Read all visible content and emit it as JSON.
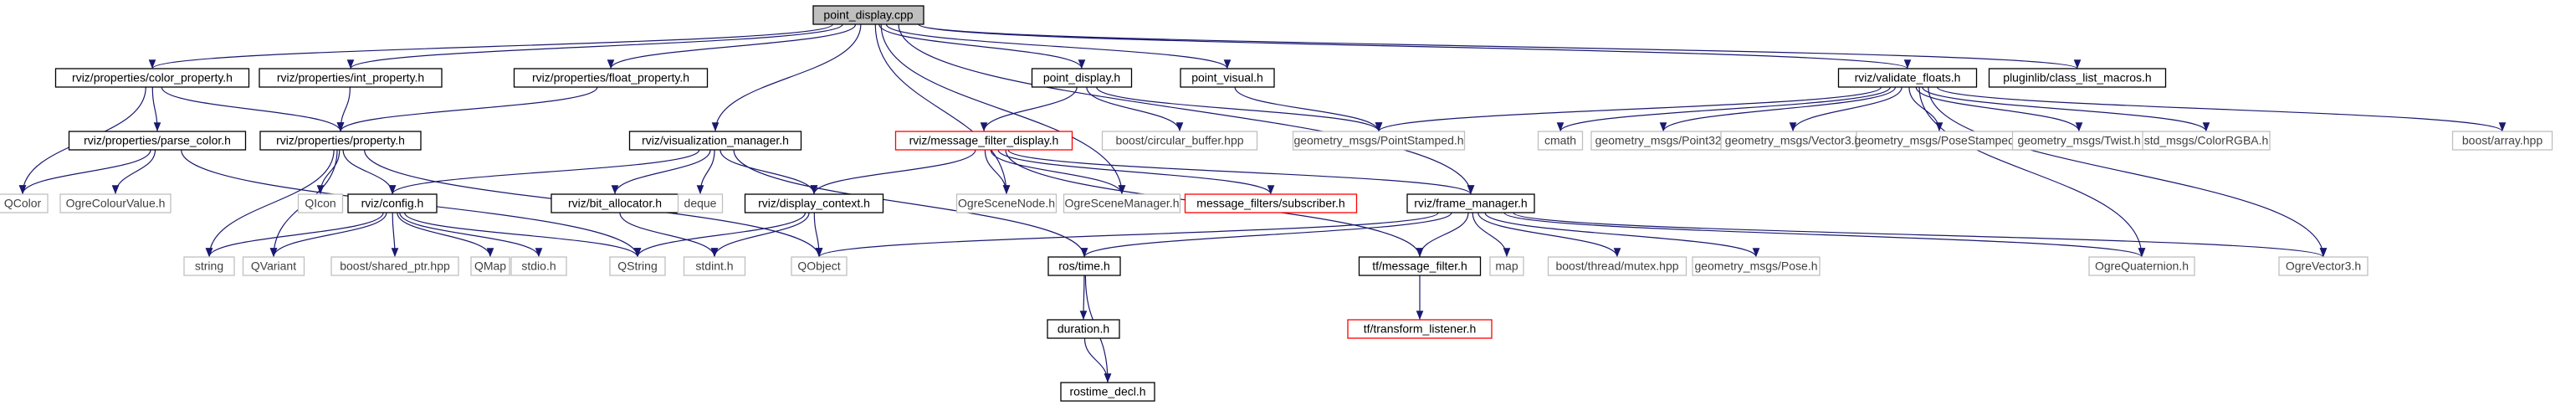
{
  "graph": {
    "nodes": [
      {
        "id": "root",
        "label": "point_display.cpp",
        "style": "root"
      },
      {
        "id": "color_property",
        "label": "rviz/properties/color_property.h",
        "style": "black"
      },
      {
        "id": "int_property",
        "label": "rviz/properties/int_property.h",
        "style": "black"
      },
      {
        "id": "float_property",
        "label": "rviz/properties/float_property.h",
        "style": "black"
      },
      {
        "id": "point_display_h",
        "label": "point_display.h",
        "style": "black"
      },
      {
        "id": "point_visual",
        "label": "point_visual.h",
        "style": "black"
      },
      {
        "id": "validate_floats",
        "label": "rviz/validate_floats.h",
        "style": "black"
      },
      {
        "id": "class_list_macros",
        "label": "pluginlib/class_list_macros.h",
        "style": "black"
      },
      {
        "id": "parse_color",
        "label": "rviz/properties/parse_color.h",
        "style": "black"
      },
      {
        "id": "property",
        "label": "rviz/properties/property.h",
        "style": "black"
      },
      {
        "id": "visualization_manager",
        "label": "rviz/visualization_manager.h",
        "style": "black"
      },
      {
        "id": "message_filter_display",
        "label": "rviz/message_filter_display.h",
        "style": "red"
      },
      {
        "id": "circular_buffer",
        "label": "boost/circular_buffer.hpp",
        "style": "gray"
      },
      {
        "id": "point_stamped",
        "label": "geometry_msgs/PointStamped.h",
        "style": "gray"
      },
      {
        "id": "cmath",
        "label": "cmath",
        "style": "gray"
      },
      {
        "id": "point32",
        "label": "geometry_msgs/Point32.h",
        "style": "gray"
      },
      {
        "id": "vector3",
        "label": "geometry_msgs/Vector3.h",
        "style": "gray"
      },
      {
        "id": "pose_stamped",
        "label": "geometry_msgs/PoseStamped.h",
        "style": "gray"
      },
      {
        "id": "twist",
        "label": "geometry_msgs/Twist.h",
        "style": "gray"
      },
      {
        "id": "color_rgba",
        "label": "std_msgs/ColorRGBA.h",
        "style": "gray"
      },
      {
        "id": "boost_array",
        "label": "boost/array.hpp",
        "style": "gray"
      },
      {
        "id": "qcolor",
        "label": "QColor",
        "style": "gray"
      },
      {
        "id": "ogre_colour_value",
        "label": "OgreColourValue.h",
        "style": "gray"
      },
      {
        "id": "qicon",
        "label": "QIcon",
        "style": "gray"
      },
      {
        "id": "config",
        "label": "rviz/config.h",
        "style": "black"
      },
      {
        "id": "bit_allocator",
        "label": "rviz/bit_allocator.h",
        "style": "black"
      },
      {
        "id": "deque",
        "label": "deque",
        "style": "gray"
      },
      {
        "id": "display_context",
        "label": "rviz/display_context.h",
        "style": "black"
      },
      {
        "id": "ogre_scene_node",
        "label": "OgreSceneNode.h",
        "style": "gray"
      },
      {
        "id": "ogre_scene_manager",
        "label": "OgreSceneManager.h",
        "style": "gray"
      },
      {
        "id": "subscriber",
        "label": "message_filters/subscriber.h",
        "style": "red"
      },
      {
        "id": "frame_manager",
        "label": "rviz/frame_manager.h",
        "style": "black"
      },
      {
        "id": "string",
        "label": "string",
        "style": "gray"
      },
      {
        "id": "qvariant",
        "label": "QVariant",
        "style": "gray"
      },
      {
        "id": "shared_ptr",
        "label": "boost/shared_ptr.hpp",
        "style": "gray"
      },
      {
        "id": "qmap",
        "label": "QMap",
        "style": "gray"
      },
      {
        "id": "stdio",
        "label": "stdio.h",
        "style": "gray"
      },
      {
        "id": "qstring",
        "label": "QString",
        "style": "gray"
      },
      {
        "id": "stdint",
        "label": "stdint.h",
        "style": "gray"
      },
      {
        "id": "qobject",
        "label": "QObject",
        "style": "gray"
      },
      {
        "id": "ros_time",
        "label": "ros/time.h",
        "style": "black"
      },
      {
        "id": "tf_message_filter",
        "label": "tf/message_filter.h",
        "style": "black"
      },
      {
        "id": "map",
        "label": "map",
        "style": "gray"
      },
      {
        "id": "mutex",
        "label": "boost/thread/mutex.hpp",
        "style": "gray"
      },
      {
        "id": "pose",
        "label": "geometry_msgs/Pose.h",
        "style": "gray"
      },
      {
        "id": "ogre_quaternion",
        "label": "OgreQuaternion.h",
        "style": "gray"
      },
      {
        "id": "ogre_vector3",
        "label": "OgreVector3.h",
        "style": "gray"
      },
      {
        "id": "duration",
        "label": "duration.h",
        "style": "black"
      },
      {
        "id": "transform_listener",
        "label": "tf/transform_listener.h",
        "style": "red"
      },
      {
        "id": "rostime_decl",
        "label": "rostime_decl.h",
        "style": "black"
      }
    ],
    "edges": [
      [
        "root",
        "color_property"
      ],
      [
        "root",
        "int_property"
      ],
      [
        "root",
        "float_property"
      ],
      [
        "root",
        "visualization_manager"
      ],
      [
        "root",
        "ogre_scene_node"
      ],
      [
        "root",
        "ogre_scene_manager"
      ],
      [
        "root",
        "point_display_h"
      ],
      [
        "root",
        "point_visual"
      ],
      [
        "root",
        "validate_floats"
      ],
      [
        "root",
        "class_list_macros"
      ],
      [
        "root",
        "frame_manager"
      ],
      [
        "color_property",
        "property"
      ],
      [
        "color_property",
        "parse_color"
      ],
      [
        "color_property",
        "qcolor"
      ],
      [
        "int_property",
        "property"
      ],
      [
        "float_property",
        "property"
      ],
      [
        "parse_color",
        "qcolor"
      ],
      [
        "parse_color",
        "ogre_colour_value"
      ],
      [
        "parse_color",
        "qstring"
      ],
      [
        "property",
        "qicon"
      ],
      [
        "property",
        "config"
      ],
      [
        "property",
        "string"
      ],
      [
        "property",
        "qvariant"
      ],
      [
        "property",
        "qobject"
      ],
      [
        "point_display_h",
        "message_filter_display"
      ],
      [
        "point_display_h",
        "circular_buffer"
      ],
      [
        "point_display_h",
        "point_stamped"
      ],
      [
        "point_visual",
        "point_stamped"
      ],
      [
        "validate_floats",
        "point_stamped"
      ],
      [
        "validate_floats",
        "cmath"
      ],
      [
        "validate_floats",
        "point32"
      ],
      [
        "validate_floats",
        "vector3"
      ],
      [
        "validate_floats",
        "pose_stamped"
      ],
      [
        "validate_floats",
        "twist"
      ],
      [
        "validate_floats",
        "color_rgba"
      ],
      [
        "validate_floats",
        "boost_array"
      ],
      [
        "validate_floats",
        "ogre_quaternion"
      ],
      [
        "validate_floats",
        "ogre_vector3"
      ],
      [
        "visualization_manager",
        "config"
      ],
      [
        "visualization_manager",
        "bit_allocator"
      ],
      [
        "visualization_manager",
        "deque"
      ],
      [
        "visualization_manager",
        "display_context"
      ],
      [
        "visualization_manager",
        "ros_time"
      ],
      [
        "message_filter_display",
        "ogre_scene_node"
      ],
      [
        "message_filter_display",
        "ogre_scene_manager"
      ],
      [
        "message_filter_display",
        "subscriber"
      ],
      [
        "message_filter_display",
        "frame_manager"
      ],
      [
        "message_filter_display",
        "display_context"
      ],
      [
        "message_filter_display",
        "tf_message_filter"
      ],
      [
        "config",
        "string"
      ],
      [
        "config",
        "qvariant"
      ],
      [
        "config",
        "shared_ptr"
      ],
      [
        "config",
        "qmap"
      ],
      [
        "config",
        "stdio"
      ],
      [
        "config",
        "qstring"
      ],
      [
        "bit_allocator",
        "stdint"
      ],
      [
        "display_context",
        "qstring"
      ],
      [
        "display_context",
        "stdint"
      ],
      [
        "display_context",
        "qobject"
      ],
      [
        "frame_manager",
        "qobject"
      ],
      [
        "frame_manager",
        "ros_time"
      ],
      [
        "frame_manager",
        "tf_message_filter"
      ],
      [
        "frame_manager",
        "map"
      ],
      [
        "frame_manager",
        "mutex"
      ],
      [
        "frame_manager",
        "pose"
      ],
      [
        "frame_manager",
        "ogre_quaternion"
      ],
      [
        "frame_manager",
        "ogre_vector3"
      ],
      [
        "ros_time",
        "duration"
      ],
      [
        "ros_time",
        "rostime_decl"
      ],
      [
        "duration",
        "rostime_decl"
      ],
      [
        "tf_message_filter",
        "transform_listener"
      ]
    ]
  },
  "colors": {
    "edge": "#191970",
    "box_black": "#000000",
    "box_gray": "#bfbfbf",
    "box_red": "#ff0000",
    "root_fill": "#bfbfbf",
    "text": "#000000",
    "text_gray": "#404040"
  }
}
